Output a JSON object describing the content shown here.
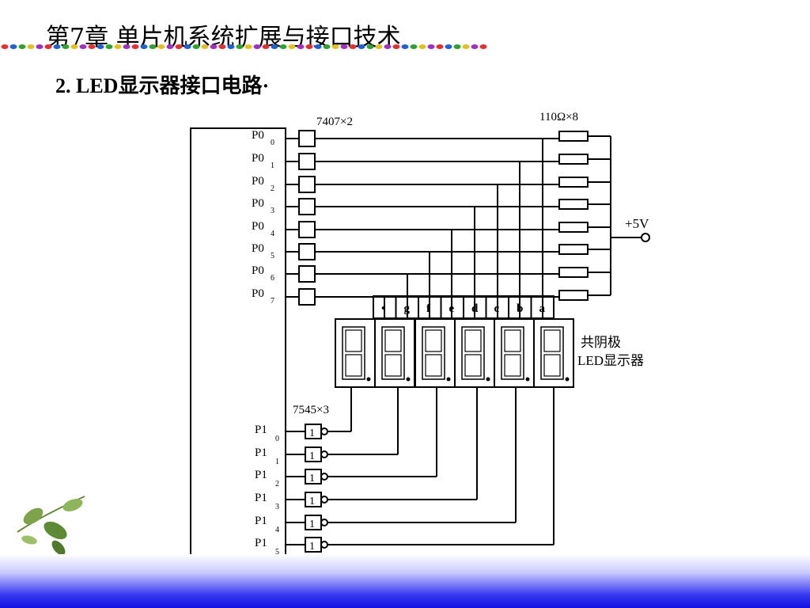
{
  "slide": {
    "chapter_title": "第7章 单片机系统扩展与接口技术",
    "section_title": "2. LED显示器接口电路·"
  },
  "circuit": {
    "buffer_label": "7407×2",
    "resistor_label": "110Ω×8",
    "power_label": "+5V",
    "inverter_label": "7545×3",
    "display_label_line1": "共阴极",
    "display_label_line2": "LED显示器",
    "inverter_gate_symbol": "1",
    "segments": [
      "•",
      "g",
      "f",
      "e",
      "d",
      "c",
      "b",
      "a"
    ],
    "p0_pins": [
      {
        "name": "P0",
        "sub": "0"
      },
      {
        "name": "P0",
        "sub": "1"
      },
      {
        "name": "P0",
        "sub": "2"
      },
      {
        "name": "P0",
        "sub": "3"
      },
      {
        "name": "P0",
        "sub": "4"
      },
      {
        "name": "P0",
        "sub": "5"
      },
      {
        "name": "P0",
        "sub": "6"
      },
      {
        "name": "P0",
        "sub": "7"
      }
    ],
    "p1_pins": [
      {
        "name": "P1",
        "sub": "0"
      },
      {
        "name": "P1",
        "sub": "1"
      },
      {
        "name": "P1",
        "sub": "2"
      },
      {
        "name": "P1",
        "sub": "3"
      },
      {
        "name": "P1",
        "sub": "4"
      },
      {
        "name": "P1",
        "sub": "5"
      }
    ],
    "digit_count": 6
  },
  "decor": {
    "dot_colors": [
      "#e03030",
      "#2060d0",
      "#30a030",
      "#e0c020",
      "#a030c0"
    ],
    "bottom_bar_color": "#1a1ae8"
  }
}
